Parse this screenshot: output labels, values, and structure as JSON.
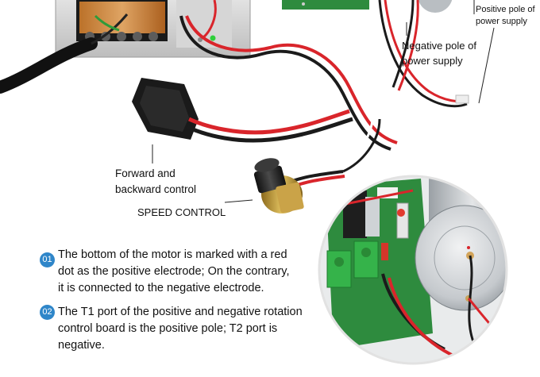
{
  "labels": {
    "positive_pole": [
      "Positive pole of",
      "power supply"
    ],
    "negative_pole": [
      "Negative pole of",
      "power supply"
    ],
    "forward_backward": [
      "Forward and",
      "backward control"
    ],
    "speed_control": "SPEED CONTROL"
  },
  "notes": [
    {
      "number": "01",
      "lines": [
        "The bottom of the motor is marked with a red",
        "dot as the positive electrode; On the contrary,",
        "it is connected to the negative electrode."
      ]
    },
    {
      "number": "02",
      "lines": [
        "The T1 port of the positive and negative rotation",
        "control board is the positive pole; T2 port is",
        "negative."
      ]
    }
  ],
  "colors": {
    "badge": "#2f86c9",
    "wire_red": "#d9252b",
    "wire_black": "#1b1b1b",
    "pcb_green": "#2e8b3e",
    "terminal_green": "#35b34a",
    "motor_silver": "#c9cdd1"
  }
}
